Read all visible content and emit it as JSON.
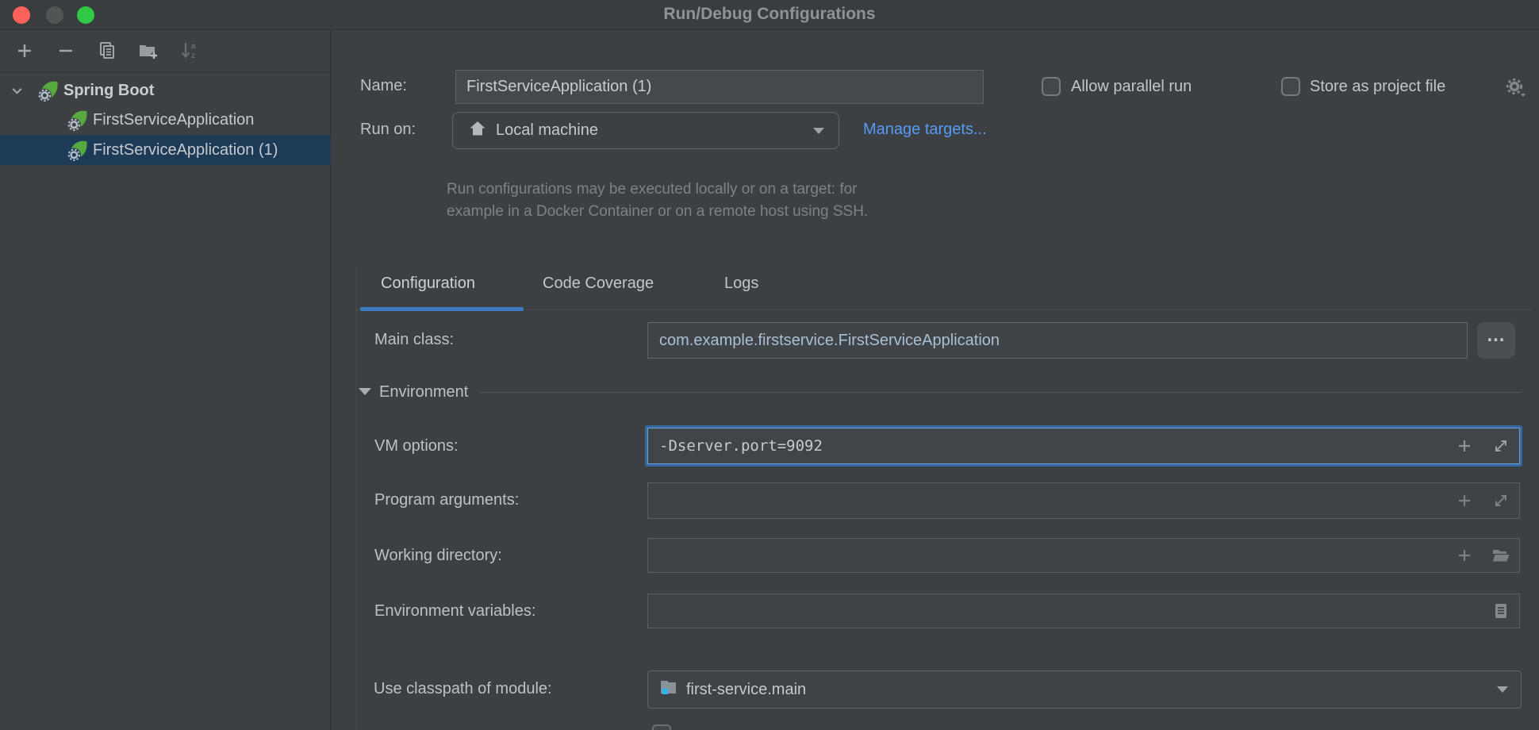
{
  "window": {
    "title": "Run/Debug Configurations",
    "traffic_lights": {
      "close": "#fc615c",
      "minimize": "#515556",
      "zoom": "#2fc944"
    }
  },
  "sidebar": {
    "toolbar_icons": [
      "add",
      "remove",
      "copy-configuration",
      "new-folder",
      "sort-configurations"
    ],
    "tree": {
      "group": {
        "label": "Spring Boot",
        "expanded": true
      },
      "items": [
        {
          "label": "FirstServiceApplication",
          "selected": false
        },
        {
          "label": "FirstServiceApplication (1)",
          "selected": true
        }
      ]
    }
  },
  "form": {
    "name": {
      "label": "Name:",
      "value": "FirstServiceApplication (1)"
    },
    "allow_parallel_run": {
      "label": "Allow parallel run",
      "checked": false
    },
    "store_as_project_file": {
      "label": "Store as project file",
      "checked": false
    },
    "run_on": {
      "label": "Run on:",
      "value": "Local machine",
      "link": "Manage targets...",
      "help_lines": [
        "Run configurations may be executed locally or on a target: for",
        "example in a Docker Container or on a remote host using SSH."
      ]
    },
    "tabs": [
      {
        "label": "Configuration",
        "active": true
      },
      {
        "label": "Code Coverage",
        "active": false
      },
      {
        "label": "Logs",
        "active": false
      }
    ],
    "main_class": {
      "label": "Main class:",
      "value": "com.example.firstservice.FirstServiceApplication",
      "browse": "…"
    },
    "environment_section": {
      "label": "Environment",
      "expanded": true
    },
    "vm_options": {
      "label": "VM options:",
      "value": "-Dserver.port=9092",
      "focused": true
    },
    "program_arguments": {
      "label": "Program arguments:",
      "value": ""
    },
    "working_directory": {
      "label": "Working directory:",
      "value": ""
    },
    "environment_variables": {
      "label": "Environment variables:",
      "value": ""
    },
    "use_classpath": {
      "label": "Use classpath of module:",
      "value": "first-service.main"
    }
  },
  "colors": {
    "background": "#3c4043",
    "titlebar": "#3a3d3f",
    "selection": "#1d3a57",
    "accent_tab": "#3e7bc0",
    "focus_ring": "#38699e",
    "link": "#579af5",
    "spring_green": "#57a93f",
    "module_cyan": "#35b1e2"
  },
  "icons": {
    "run_on_icon": "house-icon",
    "store_gear": "gear-icon",
    "vm_field": [
      "add-icon",
      "expand-icon"
    ],
    "program_arguments_field": [
      "add-icon",
      "expand-icon"
    ],
    "working_directory_field": [
      "add-icon",
      "open-folder-icon"
    ],
    "environment_variables_field": [
      "list-icon"
    ],
    "use_classpath_icon": "module-icon"
  }
}
